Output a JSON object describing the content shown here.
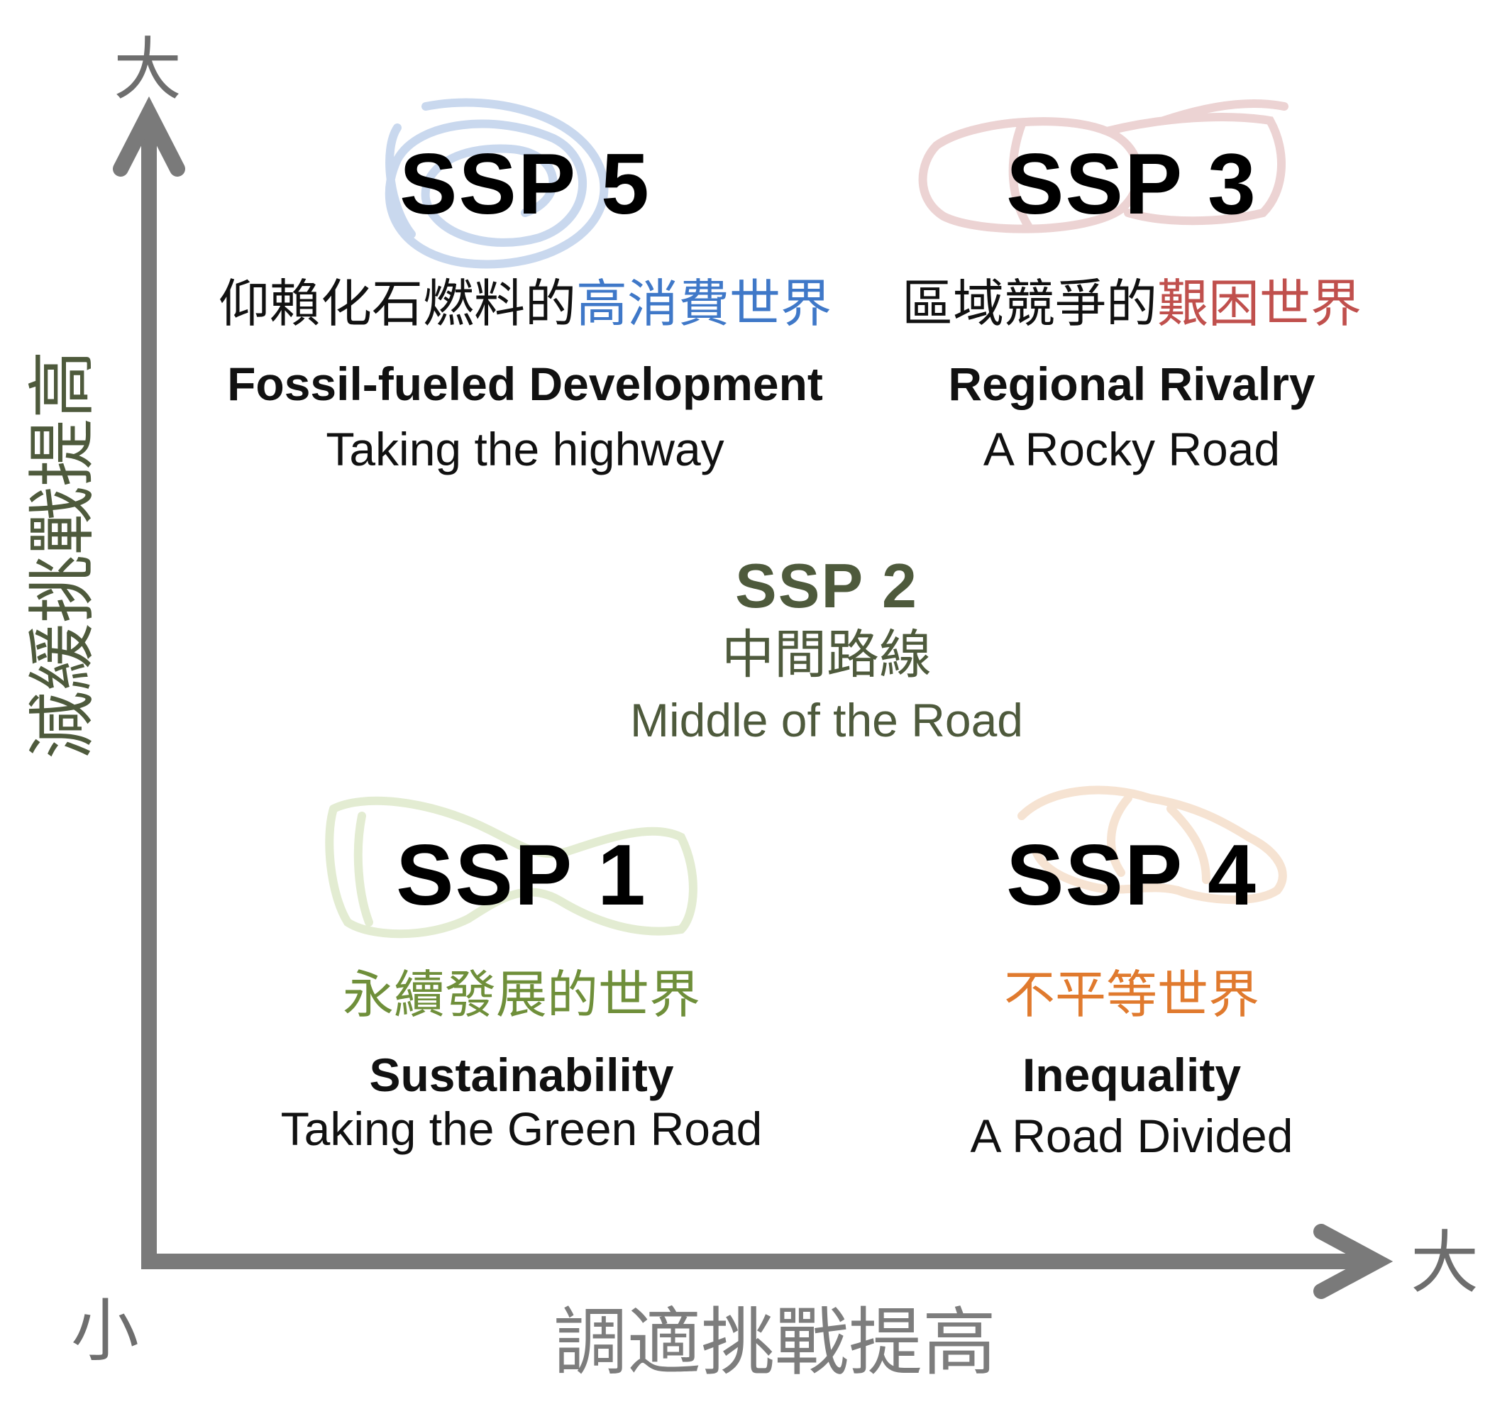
{
  "axes": {
    "y_high": "大",
    "x_high": "大",
    "origin_low": "小",
    "x_title": "調適挑戰提高",
    "y_title": "減緩挑戰提高"
  },
  "colors": {
    "axis": "#7a7a7a",
    "ssp5_accent": "#3f78c8",
    "ssp3_accent": "#c0504d",
    "ssp2_accent": "#4e5a3c",
    "ssp1_accent": "#6f8f3a",
    "ssp4_accent": "#e07a2e",
    "ssp5_scribble": "#c9d8ee",
    "ssp3_scribble": "#ecd3d3",
    "ssp1_scribble": "#e3ecd2",
    "ssp4_scribble": "#f6e3d2"
  },
  "scenarios": {
    "ssp5": {
      "title": "SSP 5",
      "zh_prefix": "仰賴化石燃料的",
      "zh_highlight": "高消費世界",
      "en_bold": "Fossil-fueled Development",
      "en_sub": "Taking the highway"
    },
    "ssp3": {
      "title": "SSP 3",
      "zh_prefix": "區域競爭的",
      "zh_highlight": "艱困世界",
      "en_bold": "Regional Rivalry",
      "en_sub": "A Rocky Road"
    },
    "ssp2": {
      "title": "SSP 2",
      "zh": "中間路線",
      "en_sub": "Middle of the Road"
    },
    "ssp1": {
      "title": "SSP 1",
      "zh": "永續發展的世界",
      "en_bold": "Sustainability",
      "en_sub": "Taking the Green Road"
    },
    "ssp4": {
      "title": "SSP 4",
      "zh": "不平等世界",
      "en_bold": "Inequality",
      "en_sub": "A Road Divided"
    }
  }
}
